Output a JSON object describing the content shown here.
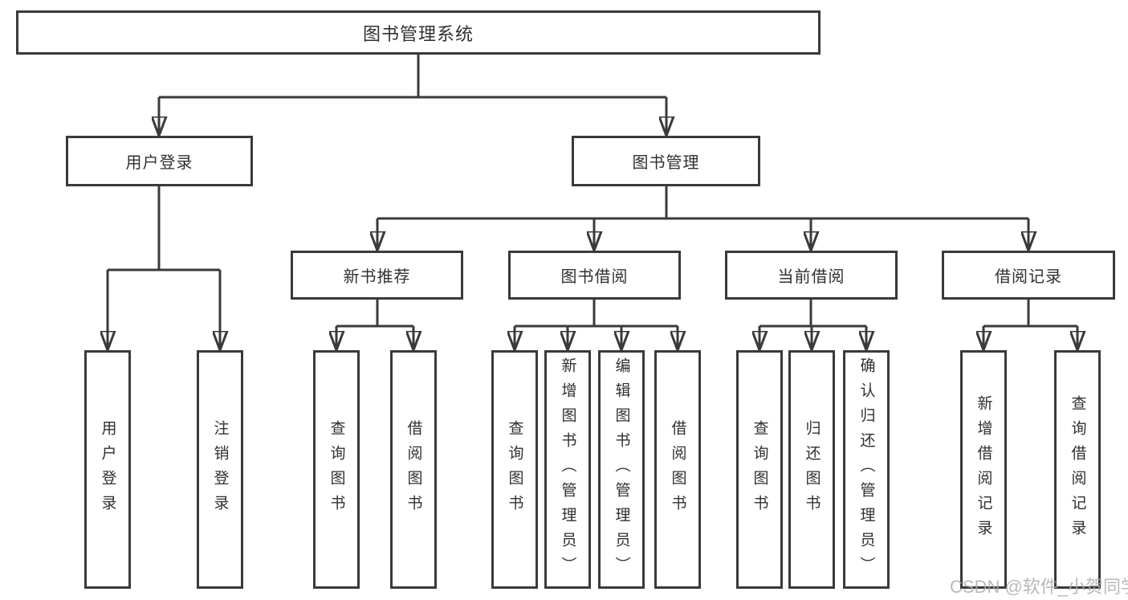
{
  "tree": {
    "root": "图书管理系统",
    "nodes": [
      {
        "label": "用户登录",
        "leaves": [
          "用户登录",
          "注销登录"
        ]
      },
      {
        "label": "图书管理",
        "groups": [
          {
            "label": "新书推荐",
            "leaves": [
              "查询图书",
              "借阅图书"
            ]
          },
          {
            "label": "图书借阅",
            "leaves": [
              "查询图书",
              "新增图书（管理员）",
              "编辑图书（管理员）",
              "借阅图书"
            ]
          },
          {
            "label": "当前借阅",
            "leaves": [
              "查询图书",
              "归还图书",
              "确认归还（管理员）"
            ]
          },
          {
            "label": "借阅记录",
            "leaves": [
              "新增借阅记录",
              "查询借阅记录"
            ]
          }
        ]
      }
    ]
  },
  "watermark": "CSDN @软件_小贺同学",
  "colors": {
    "line": "#3a3a3a",
    "text": "#303030",
    "box_fill": "#ffffff",
    "watermark": "#adadad",
    "background": "#ffffff"
  }
}
